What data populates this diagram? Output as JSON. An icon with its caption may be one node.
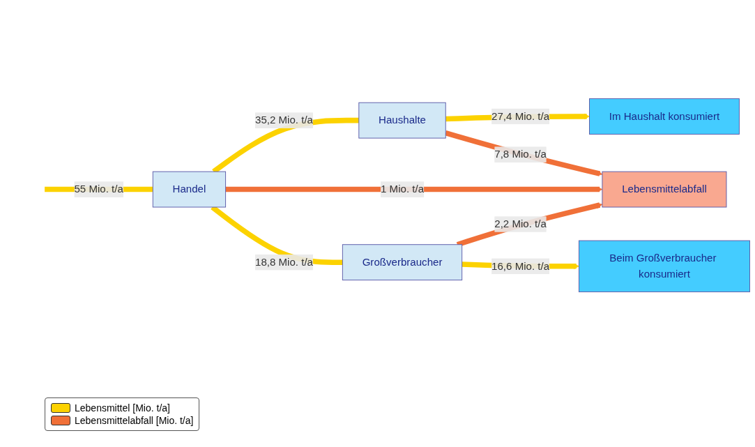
{
  "diagram": {
    "nodes": [
      {
        "text": [
          "Handel"
        ]
      },
      {
        "text": [
          "Haushalte"
        ]
      },
      {
        "text": [
          "Großverbraucher"
        ]
      },
      {
        "text": [
          "Im Haushalt konsumiert"
        ]
      },
      {
        "text": [
          "Lebensmittelabfall"
        ]
      },
      {
        "text": [
          "Beim Großverbraucher konsumiert"
        ]
      }
    ],
    "edges": [
      {
        "from": null,
        "to": 0,
        "arrow": "none",
        "label": "55 Mio. t/a"
      },
      {
        "from": 0,
        "to": 1,
        "arrow": "none",
        "label": "35,2 Mio. t/a"
      },
      {
        "from": 0,
        "to": 4,
        "arrow": "to",
        "label": "1 Mio. t/a",
        "color": "#f07038"
      },
      {
        "from": 0,
        "to": 2,
        "arrow": "none",
        "label": "18,8 Mio. t/a"
      },
      {
        "from": 1,
        "to": 3,
        "arrow": "to",
        "label": "27,4 Mio. t/a"
      },
      {
        "from": 1,
        "to": 4,
        "arrow": "to",
        "label": "7,8 Mio. t/a",
        "color": "#f07038"
      },
      {
        "from": 2,
        "to": 4,
        "arrow": "to",
        "label": "2,2 Mio. t/a",
        "color": "#f07038"
      },
      {
        "from": 2,
        "to": 5,
        "arrow": "to",
        "label": "16,6 Mio. t/a"
      }
    ],
    "legend": [
      {
        "text": "Lebensmittel [Mio. t/a]",
        "color": "#fcd200"
      },
      {
        "text": "Lebensmittelabfall [Mio. t/a]",
        "color": "#f07038"
      }
    ]
  }
}
